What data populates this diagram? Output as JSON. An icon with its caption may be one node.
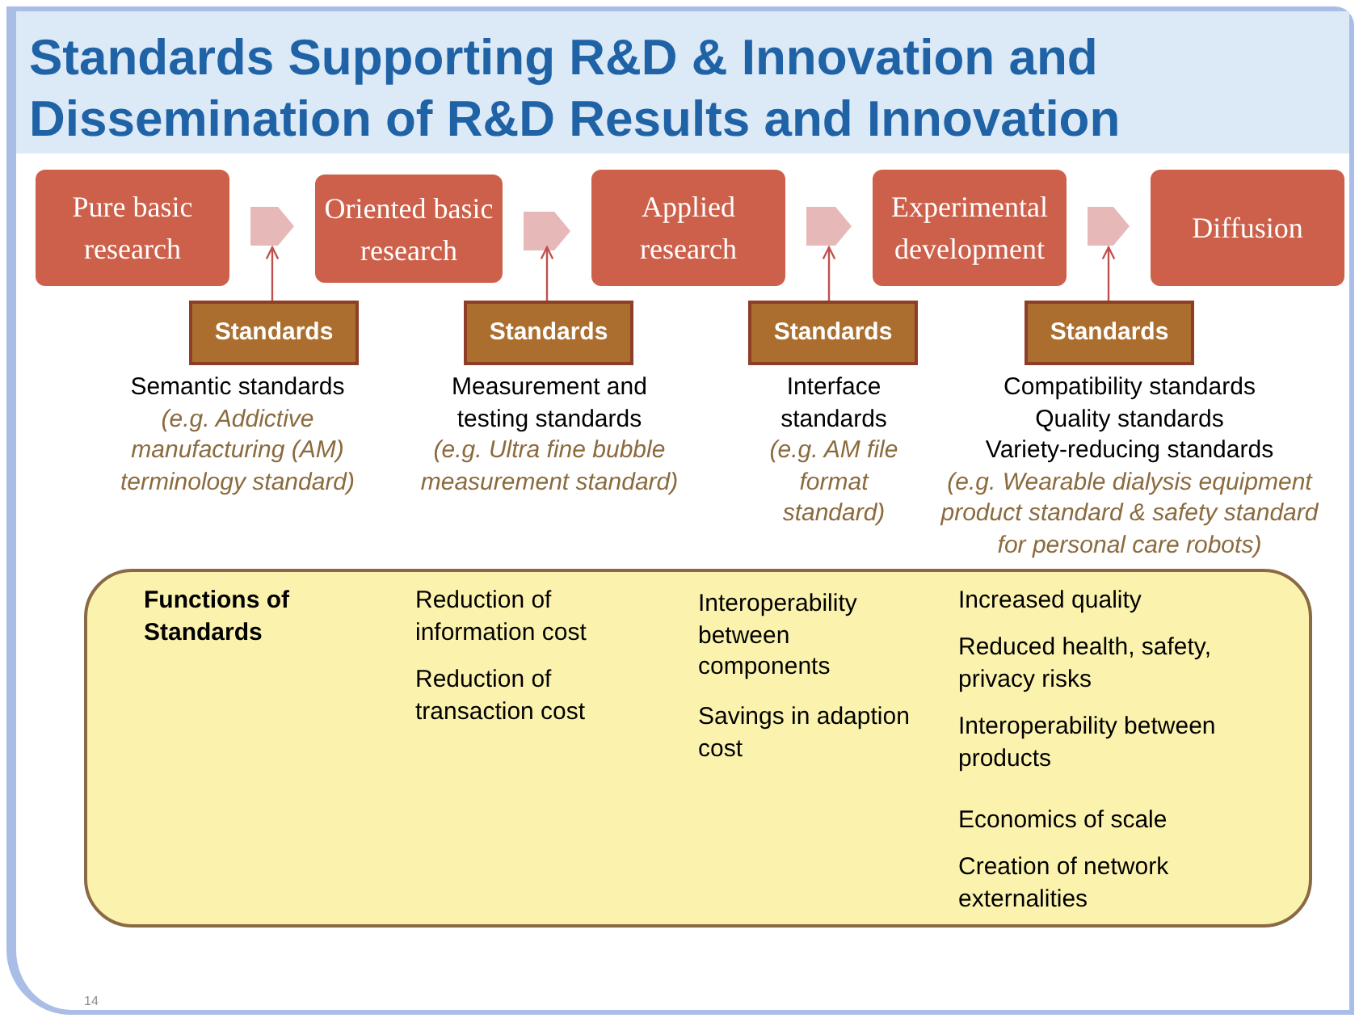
{
  "diagram": {
    "title": "Standards Supporting R&D & Innovation and Dissemination of R&D Results and Innovation",
    "nodes": [
      {
        "text": [
          "Pure basic research"
        ]
      },
      {
        "text": [
          "Oriented basic research"
        ]
      },
      {
        "text": [
          "Applied research"
        ]
      },
      {
        "text": [
          "Experimental development"
        ]
      },
      {
        "text": [
          "Diffusion"
        ]
      },
      {
        "text": [
          "Standards"
        ],
        "beside": [
          "Semantic standards",
          "(e.g. Addictive manufacturing (AM) terminology standard)"
        ]
      },
      {
        "text": [
          "Standards"
        ],
        "beside": [
          "Measurement and testing standards",
          "(e.g. Ultra fine bubble measurement standard)"
        ]
      },
      {
        "text": [
          "Standards"
        ],
        "beside": [
          "Interface standards",
          "(e.g. AM file format standard)"
        ]
      },
      {
        "text": [
          "Standards"
        ],
        "beside": [
          "Compatibility standards",
          "Quality standards",
          "Variety-reducing standards",
          "(e.g. Wearable dialysis equipment product standard & safety standard for personal care robots)"
        ]
      },
      {
        "text": [
          "Functions of Standards",
          "Reduction of information cost",
          "Reduction of transaction cost",
          "Interoperability between components",
          "Savings in adaption cost",
          "Increased quality",
          "Reduced health, safety, privacy risks",
          "Interoperability between products",
          "Economics of scale",
          "Creation of network externalities"
        ]
      }
    ],
    "edges": [
      {
        "from": 0,
        "to": 1,
        "arrow": "to",
        "style": "thick"
      },
      {
        "from": 1,
        "to": 2,
        "arrow": "to",
        "style": "thick"
      },
      {
        "from": 2,
        "to": 3,
        "arrow": "to",
        "style": "thick"
      },
      {
        "from": 3,
        "to": 4,
        "arrow": "to",
        "style": "thick"
      },
      {
        "from": 5,
        "to": null,
        "arrow": "to",
        "color": "#c0504d"
      },
      {
        "from": 6,
        "to": null,
        "arrow": "to",
        "color": "#c0504d"
      },
      {
        "from": 7,
        "to": null,
        "arrow": "to",
        "color": "#c0504d"
      },
      {
        "from": 8,
        "to": null,
        "arrow": "to",
        "color": "#c0504d"
      }
    ],
    "labels": [
      "14"
    ]
  }
}
